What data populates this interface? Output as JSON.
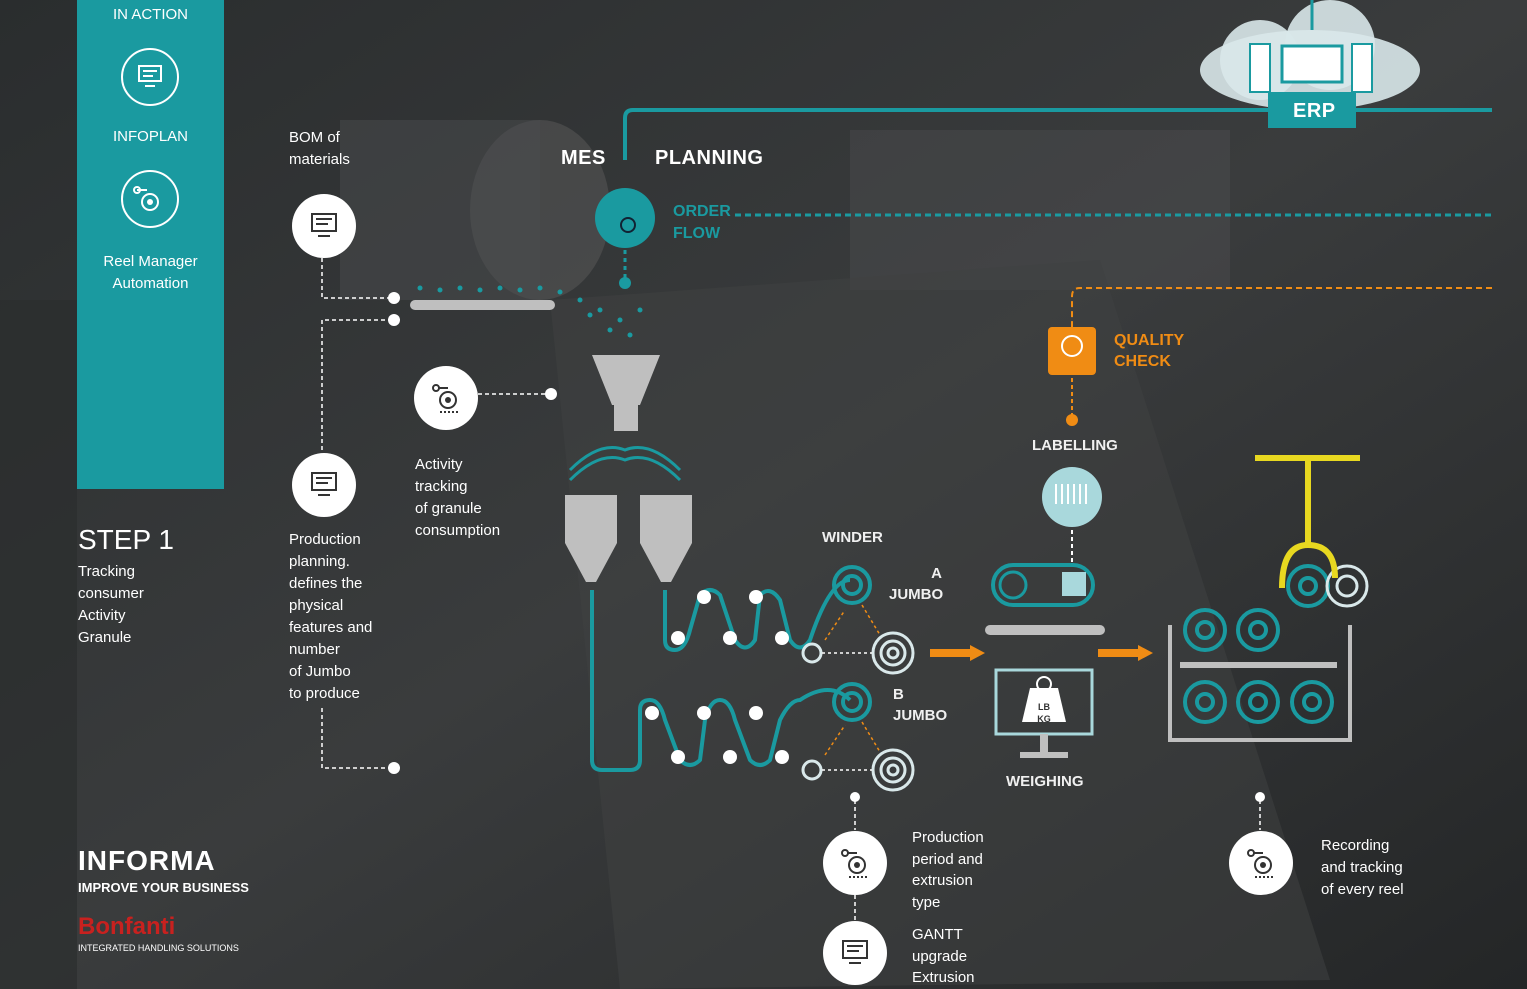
{
  "sidebar": {
    "heading": "IN ACTION",
    "items": [
      {
        "label": "INFOPLAN",
        "icon": "monitor-icon"
      },
      {
        "label": "Reel Manager\nAutomation",
        "icon": "reel-icon"
      }
    ]
  },
  "step": {
    "title": "STEP 1",
    "subtitle": "Tracking\nconsumer\nActivity\nGranule"
  },
  "brand": {
    "logo": "INFORMA",
    "tagline": "IMPROVE YOUR BUSINESS",
    "partner": "Bonfanti",
    "partner_tagline": "INTEGRATED HANDLING SOLUTIONS"
  },
  "top": {
    "erp": "ERP",
    "mes": "MES",
    "planning": "PLANNING",
    "order_flow": "ORDER\nFLOW",
    "quality_check": "QUALITY\nCHECK"
  },
  "labels": {
    "bom": "BOM of\nmaterials",
    "production_planning": "Production\nplanning.\ndefines the\nphysical\nfeatures and\n number\nof Jumbo\nto produce",
    "activity_tracking": "Activity\ntracking\nof granule\nconsumption",
    "winder": "WINDER",
    "jumbo_a": "A\nJUMBO",
    "jumbo_b": "B\nJUMBO",
    "labelling": "LABELLING",
    "weighing": "WEIGHING",
    "scale_units": "LB\nKG",
    "production_period": "Production\nperiod and\nextrusion\ntype",
    "gantt": "GANTT\nupgrade\nExtrusion",
    "recording": "Recording\nand tracking\nof every reel"
  },
  "colors": {
    "teal": "#1a9aa0",
    "orange": "#f08c14",
    "yellow": "#e8d820",
    "gray": "#bfbfbf"
  }
}
